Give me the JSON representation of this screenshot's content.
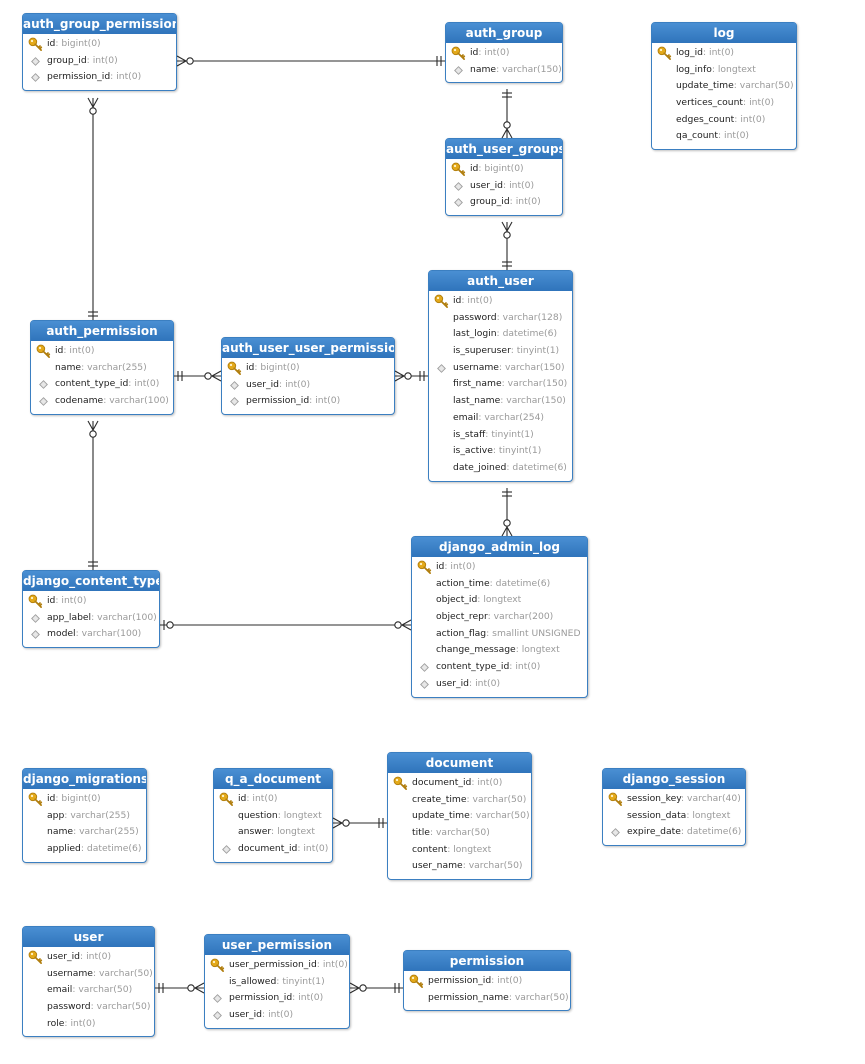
{
  "tables": [
    {
      "id": "auth_group_permissions",
      "name": "auth_group_permissions",
      "fields": [
        {
          "name": "id",
          "type": "bigint(0)",
          "icon": "key"
        },
        {
          "name": "group_id",
          "type": "int(0)",
          "icon": "fk"
        },
        {
          "name": "permission_id",
          "type": "int(0)",
          "icon": "fk"
        }
      ]
    },
    {
      "id": "auth_group",
      "name": "auth_group",
      "fields": [
        {
          "name": "id",
          "type": "int(0)",
          "icon": "key"
        },
        {
          "name": "name",
          "type": "varchar(150)",
          "icon": "fk"
        }
      ]
    },
    {
      "id": "log",
      "name": "log",
      "fields": [
        {
          "name": "log_id",
          "type": "int(0)",
          "icon": "key"
        },
        {
          "name": "log_info",
          "type": "longtext",
          "icon": ""
        },
        {
          "name": "update_time",
          "type": "varchar(50)",
          "icon": ""
        },
        {
          "name": "vertices_count",
          "type": "int(0)",
          "icon": ""
        },
        {
          "name": "edges_count",
          "type": "int(0)",
          "icon": ""
        },
        {
          "name": "qa_count",
          "type": "int(0)",
          "icon": ""
        }
      ]
    },
    {
      "id": "auth_user_groups",
      "name": "auth_user_groups",
      "fields": [
        {
          "name": "id",
          "type": "bigint(0)",
          "icon": "key"
        },
        {
          "name": "user_id",
          "type": "int(0)",
          "icon": "fk"
        },
        {
          "name": "group_id",
          "type": "int(0)",
          "icon": "fk"
        }
      ]
    },
    {
      "id": "auth_user",
      "name": "auth_user",
      "fields": [
        {
          "name": "id",
          "type": "int(0)",
          "icon": "key"
        },
        {
          "name": "password",
          "type": "varchar(128)",
          "icon": ""
        },
        {
          "name": "last_login",
          "type": "datetime(6)",
          "icon": ""
        },
        {
          "name": "is_superuser",
          "type": "tinyint(1)",
          "icon": ""
        },
        {
          "name": "username",
          "type": "varchar(150)",
          "icon": "fk"
        },
        {
          "name": "first_name",
          "type": "varchar(150)",
          "icon": ""
        },
        {
          "name": "last_name",
          "type": "varchar(150)",
          "icon": ""
        },
        {
          "name": "email",
          "type": "varchar(254)",
          "icon": ""
        },
        {
          "name": "is_staff",
          "type": "tinyint(1)",
          "icon": ""
        },
        {
          "name": "is_active",
          "type": "tinyint(1)",
          "icon": ""
        },
        {
          "name": "date_joined",
          "type": "datetime(6)",
          "icon": ""
        }
      ]
    },
    {
      "id": "auth_permission",
      "name": "auth_permission",
      "fields": [
        {
          "name": "id",
          "type": "int(0)",
          "icon": "key"
        },
        {
          "name": "name",
          "type": "varchar(255)",
          "icon": ""
        },
        {
          "name": "content_type_id",
          "type": "int(0)",
          "icon": "fk"
        },
        {
          "name": "codename",
          "type": "varchar(100)",
          "icon": "fk"
        }
      ]
    },
    {
      "id": "auth_user_user_permissions",
      "name": "auth_user_user_permissions",
      "fields": [
        {
          "name": "id",
          "type": "bigint(0)",
          "icon": "key"
        },
        {
          "name": "user_id",
          "type": "int(0)",
          "icon": "fk"
        },
        {
          "name": "permission_id",
          "type": "int(0)",
          "icon": "fk"
        }
      ]
    },
    {
      "id": "django_content_type",
      "name": "django_content_type",
      "fields": [
        {
          "name": "id",
          "type": "int(0)",
          "icon": "key"
        },
        {
          "name": "app_label",
          "type": "varchar(100)",
          "icon": "fk"
        },
        {
          "name": "model",
          "type": "varchar(100)",
          "icon": "fk"
        }
      ]
    },
    {
      "id": "django_admin_log",
      "name": "django_admin_log",
      "fields": [
        {
          "name": "id",
          "type": "int(0)",
          "icon": "key"
        },
        {
          "name": "action_time",
          "type": "datetime(6)",
          "icon": ""
        },
        {
          "name": "object_id",
          "type": "longtext",
          "icon": ""
        },
        {
          "name": "object_repr",
          "type": "varchar(200)",
          "icon": ""
        },
        {
          "name": "action_flag",
          "type": "smallint UNSIGNED",
          "icon": ""
        },
        {
          "name": "change_message",
          "type": "longtext",
          "icon": ""
        },
        {
          "name": "content_type_id",
          "type": "int(0)",
          "icon": "fk"
        },
        {
          "name": "user_id",
          "type": "int(0)",
          "icon": "fk"
        }
      ]
    },
    {
      "id": "django_migrations",
      "name": "django_migrations",
      "fields": [
        {
          "name": "id",
          "type": "bigint(0)",
          "icon": "key"
        },
        {
          "name": "app",
          "type": "varchar(255)",
          "icon": ""
        },
        {
          "name": "name",
          "type": "varchar(255)",
          "icon": ""
        },
        {
          "name": "applied",
          "type": "datetime(6)",
          "icon": ""
        }
      ]
    },
    {
      "id": "q_a_document",
      "name": "q_a_document",
      "fields": [
        {
          "name": "id",
          "type": "int(0)",
          "icon": "key"
        },
        {
          "name": "question",
          "type": "longtext",
          "icon": ""
        },
        {
          "name": "answer",
          "type": "longtext",
          "icon": ""
        },
        {
          "name": "document_id",
          "type": "int(0)",
          "icon": "fk"
        }
      ]
    },
    {
      "id": "document",
      "name": "document",
      "fields": [
        {
          "name": "document_id",
          "type": "int(0)",
          "icon": "key"
        },
        {
          "name": "create_time",
          "type": "varchar(50)",
          "icon": ""
        },
        {
          "name": "update_time",
          "type": "varchar(50)",
          "icon": ""
        },
        {
          "name": "title",
          "type": "varchar(50)",
          "icon": ""
        },
        {
          "name": "content",
          "type": "longtext",
          "icon": ""
        },
        {
          "name": "user_name",
          "type": "varchar(50)",
          "icon": ""
        }
      ]
    },
    {
      "id": "django_session",
      "name": "django_session",
      "fields": [
        {
          "name": "session_key",
          "type": "varchar(40)",
          "icon": "key"
        },
        {
          "name": "session_data",
          "type": "longtext",
          "icon": ""
        },
        {
          "name": "expire_date",
          "type": "datetime(6)",
          "icon": "fk"
        }
      ]
    },
    {
      "id": "user",
      "name": "user",
      "fields": [
        {
          "name": "user_id",
          "type": "int(0)",
          "icon": "key"
        },
        {
          "name": "username",
          "type": "varchar(50)",
          "icon": ""
        },
        {
          "name": "email",
          "type": "varchar(50)",
          "icon": ""
        },
        {
          "name": "password",
          "type": "varchar(50)",
          "icon": ""
        },
        {
          "name": "role",
          "type": "int(0)",
          "icon": ""
        }
      ]
    },
    {
      "id": "user_permission",
      "name": "user_permission",
      "fields": [
        {
          "name": "user_permission_id",
          "type": "int(0)",
          "icon": "key"
        },
        {
          "name": "is_allowed",
          "type": "tinyint(1)",
          "icon": ""
        },
        {
          "name": "permission_id",
          "type": "int(0)",
          "icon": "fk"
        },
        {
          "name": "user_id",
          "type": "int(0)",
          "icon": "fk"
        }
      ]
    },
    {
      "id": "permission",
      "name": "permission",
      "fields": [
        {
          "name": "permission_id",
          "type": "int(0)",
          "icon": "key"
        },
        {
          "name": "permission_name",
          "type": "varchar(50)",
          "icon": ""
        }
      ]
    }
  ],
  "relationships": [
    {
      "from": "auth_group_permissions",
      "from_end": "many-optional",
      "to": "auth_group",
      "to_end": "one-mandatory"
    },
    {
      "from": "auth_group_permissions",
      "from_end": "many-optional",
      "to": "auth_permission",
      "to_end": "one-mandatory"
    },
    {
      "from": "auth_user_groups",
      "from_end": "many-optional",
      "to": "auth_group",
      "to_end": "one-mandatory"
    },
    {
      "from": "auth_user_groups",
      "from_end": "many-optional",
      "to": "auth_user",
      "to_end": "one-mandatory"
    },
    {
      "from": "auth_user_user_permissions",
      "from_end": "many-optional",
      "to": "auth_permission",
      "to_end": "one-mandatory"
    },
    {
      "from": "auth_user_user_permissions",
      "from_end": "many-optional",
      "to": "auth_user",
      "to_end": "one-mandatory"
    },
    {
      "from": "auth_permission",
      "from_end": "many-optional",
      "to": "django_content_type",
      "to_end": "one-mandatory"
    },
    {
      "from": "django_admin_log",
      "from_end": "many-optional",
      "to": "auth_user",
      "to_end": "one-mandatory"
    },
    {
      "from": "django_admin_log",
      "from_end": "many-optional",
      "to": "django_content_type",
      "to_end": "one-optional"
    },
    {
      "from": "q_a_document",
      "from_end": "many-optional",
      "to": "document",
      "to_end": "one-mandatory"
    },
    {
      "from": "user_permission",
      "from_end": "many-optional",
      "to": "user",
      "to_end": "one-mandatory"
    },
    {
      "from": "user_permission",
      "from_end": "many-optional",
      "to": "permission",
      "to_end": "one-mandatory"
    }
  ],
  "colors": {
    "header": "#3b7fc1",
    "key_icon": "#e3a91a",
    "line": "#2b2b2b",
    "field_type": "#9a9a9a"
  }
}
